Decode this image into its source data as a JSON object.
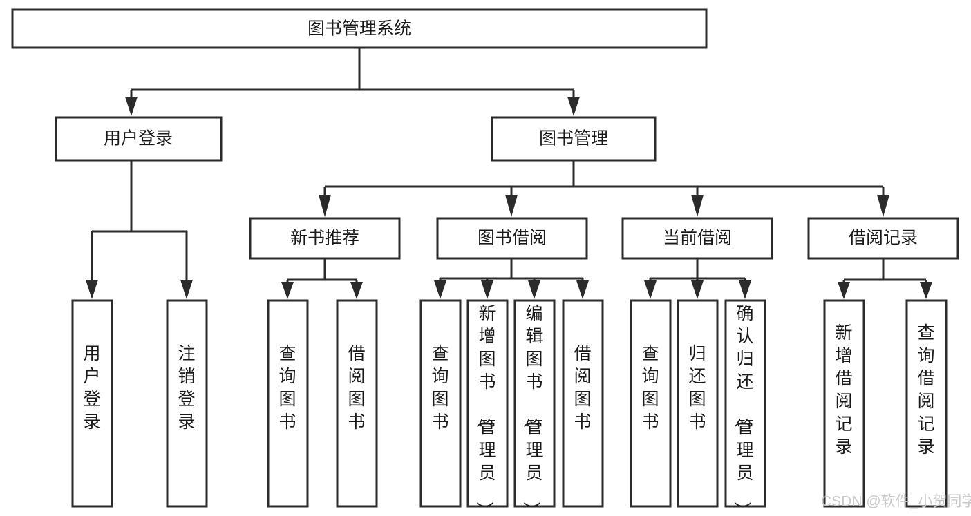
{
  "diagram": {
    "type": "tree",
    "title": "图书管理系统",
    "root": {
      "id": "root",
      "label": "图书管理系统",
      "orientation": "horizontal"
    },
    "level1": [
      {
        "id": "user-login",
        "label": "用户登录",
        "orientation": "horizontal"
      },
      {
        "id": "book-manage",
        "label": "图书管理",
        "orientation": "horizontal"
      }
    ],
    "level2": [
      {
        "id": "new-book-recommend",
        "label": "新书推荐",
        "orientation": "horizontal",
        "parent": "book-manage"
      },
      {
        "id": "book-borrow",
        "label": "图书借阅",
        "orientation": "horizontal",
        "parent": "book-manage"
      },
      {
        "id": "current-borrow",
        "label": "当前借阅",
        "orientation": "horizontal",
        "parent": "book-manage"
      },
      {
        "id": "borrow-record",
        "label": "借阅记录",
        "orientation": "horizontal",
        "parent": "book-manage"
      }
    ],
    "leaves": [
      {
        "id": "leaf-user-login",
        "label": "用户登录",
        "orientation": "vertical",
        "parent": "user-login"
      },
      {
        "id": "leaf-user-logout",
        "label": "注销登录",
        "orientation": "vertical",
        "parent": "user-login"
      },
      {
        "id": "leaf-query-book-1",
        "label": "查询图书",
        "orientation": "vertical",
        "parent": "new-book-recommend"
      },
      {
        "id": "leaf-borrow-book-1",
        "label": "借阅图书",
        "orientation": "vertical",
        "parent": "new-book-recommend"
      },
      {
        "id": "leaf-query-book-2",
        "label": "查询图书",
        "orientation": "vertical",
        "parent": "book-borrow"
      },
      {
        "id": "leaf-add-book",
        "label": "新增图书（管理员）",
        "orientation": "vertical",
        "parent": "book-borrow"
      },
      {
        "id": "leaf-edit-book",
        "label": "编辑图书（管理员）",
        "orientation": "vertical",
        "parent": "book-borrow"
      },
      {
        "id": "leaf-borrow-book-2",
        "label": "借阅图书",
        "orientation": "vertical",
        "parent": "book-borrow"
      },
      {
        "id": "leaf-query-book-3",
        "label": "查询图书",
        "orientation": "vertical",
        "parent": "current-borrow"
      },
      {
        "id": "leaf-return-book",
        "label": "归还图书",
        "orientation": "vertical",
        "parent": "current-borrow"
      },
      {
        "id": "leaf-confirm-return",
        "label": "确认归还（管理员）",
        "orientation": "vertical",
        "parent": "current-borrow"
      },
      {
        "id": "leaf-add-record",
        "label": "新增借阅记录",
        "orientation": "vertical",
        "parent": "borrow-record"
      },
      {
        "id": "leaf-query-record",
        "label": "查询借阅记录",
        "orientation": "vertical",
        "parent": "borrow-record"
      }
    ],
    "colors": {
      "box_fill": "#ffffff",
      "box_stroke": "#2b2b2b",
      "text": "#1a1a1a",
      "connector": "#2b2b2b",
      "background": "#ffffff",
      "watermark": "#c9c9c9"
    }
  },
  "watermark": {
    "text": "CSDN @软件_小贺同学"
  }
}
